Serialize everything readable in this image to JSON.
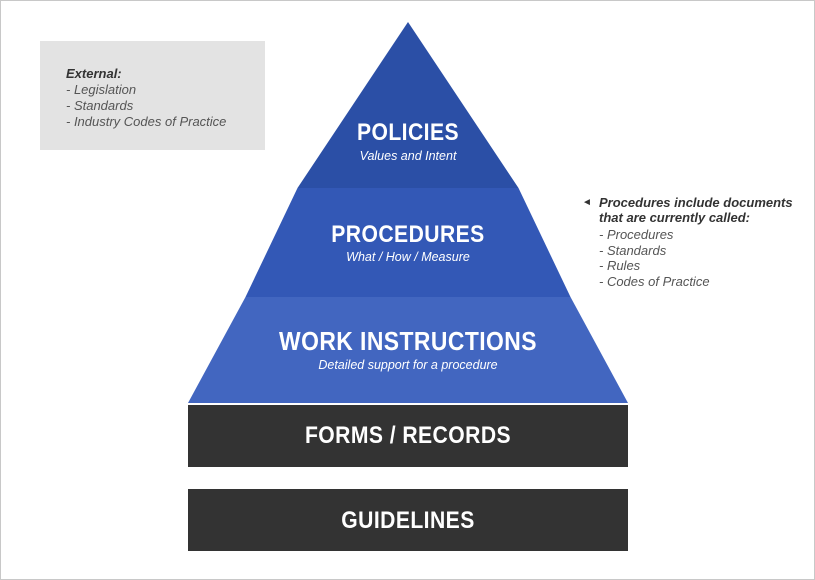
{
  "external": {
    "title": "External:",
    "items": [
      "- Legislation",
      "- Standards",
      "- Industry Codes of Practice"
    ]
  },
  "pyramid": {
    "tiers": [
      {
        "title": "POLICIES",
        "subtitle": "Values and Intent",
        "color": "#2b4fa6"
      },
      {
        "title": "PROCEDURES",
        "subtitle": "What / How / Measure",
        "color": "#3358b6"
      },
      {
        "title": "WORK INSTRUCTIONS",
        "subtitle": "Detailed support for a procedure",
        "color": "#4266c0"
      }
    ]
  },
  "bars": {
    "forms": "FORMS / RECORDS",
    "guidelines": "GUIDELINES",
    "color": "#333333"
  },
  "note": {
    "arrow": "◄",
    "heading_line1": "Procedures include documents",
    "heading_line2": "that are currently called:",
    "items": [
      "- Procedures",
      "- Standards",
      "- Rules",
      "- Codes of Practice"
    ]
  }
}
